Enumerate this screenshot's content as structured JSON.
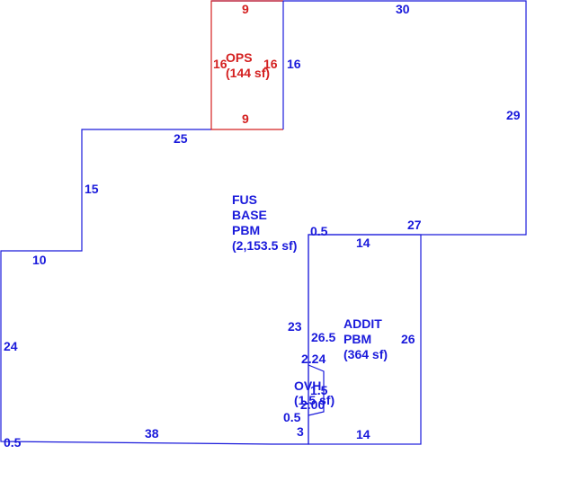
{
  "colors": {
    "main": "#1a1adb",
    "ops": "#d42020",
    "background": "#ffffff"
  },
  "areas": {
    "fus_base": {
      "lines": [
        "FUS",
        "BASE",
        "PBM",
        "(2,153.5 sf)"
      ]
    },
    "addit": {
      "lines": [
        "ADDIT",
        "PBM",
        "(364 sf)"
      ]
    },
    "ops": {
      "lines": [
        "OPS",
        "(144 sf)"
      ]
    },
    "ovh": {
      "lines": [
        "OVH",
        "(1.5 sf)"
      ]
    }
  },
  "dimensions": {
    "ops_top": "9",
    "ops_left": "16",
    "ops_inner_right": "16",
    "ops_right": "16",
    "ops_bottom": "9",
    "top_edge": "30",
    "right_edge": "29",
    "left_upper_horizontal": "25",
    "left_upper_vertical": "15",
    "step_horizontal": "10",
    "left_edge": "24",
    "bottom_edge": "38",
    "bottom_left_jog": "0.5",
    "addit_top_jog": "0.5",
    "addit_top": "14",
    "upper_right_horizontal": "27",
    "divider_upper": "23",
    "addit_left": "26.5",
    "addit_right": "26",
    "addit_bottom": "14",
    "bay_top": "2.24",
    "bay_side": "1.5",
    "bay_bottom": "2.00",
    "lower_jog": "0.5",
    "lower_left_segment": "3"
  }
}
